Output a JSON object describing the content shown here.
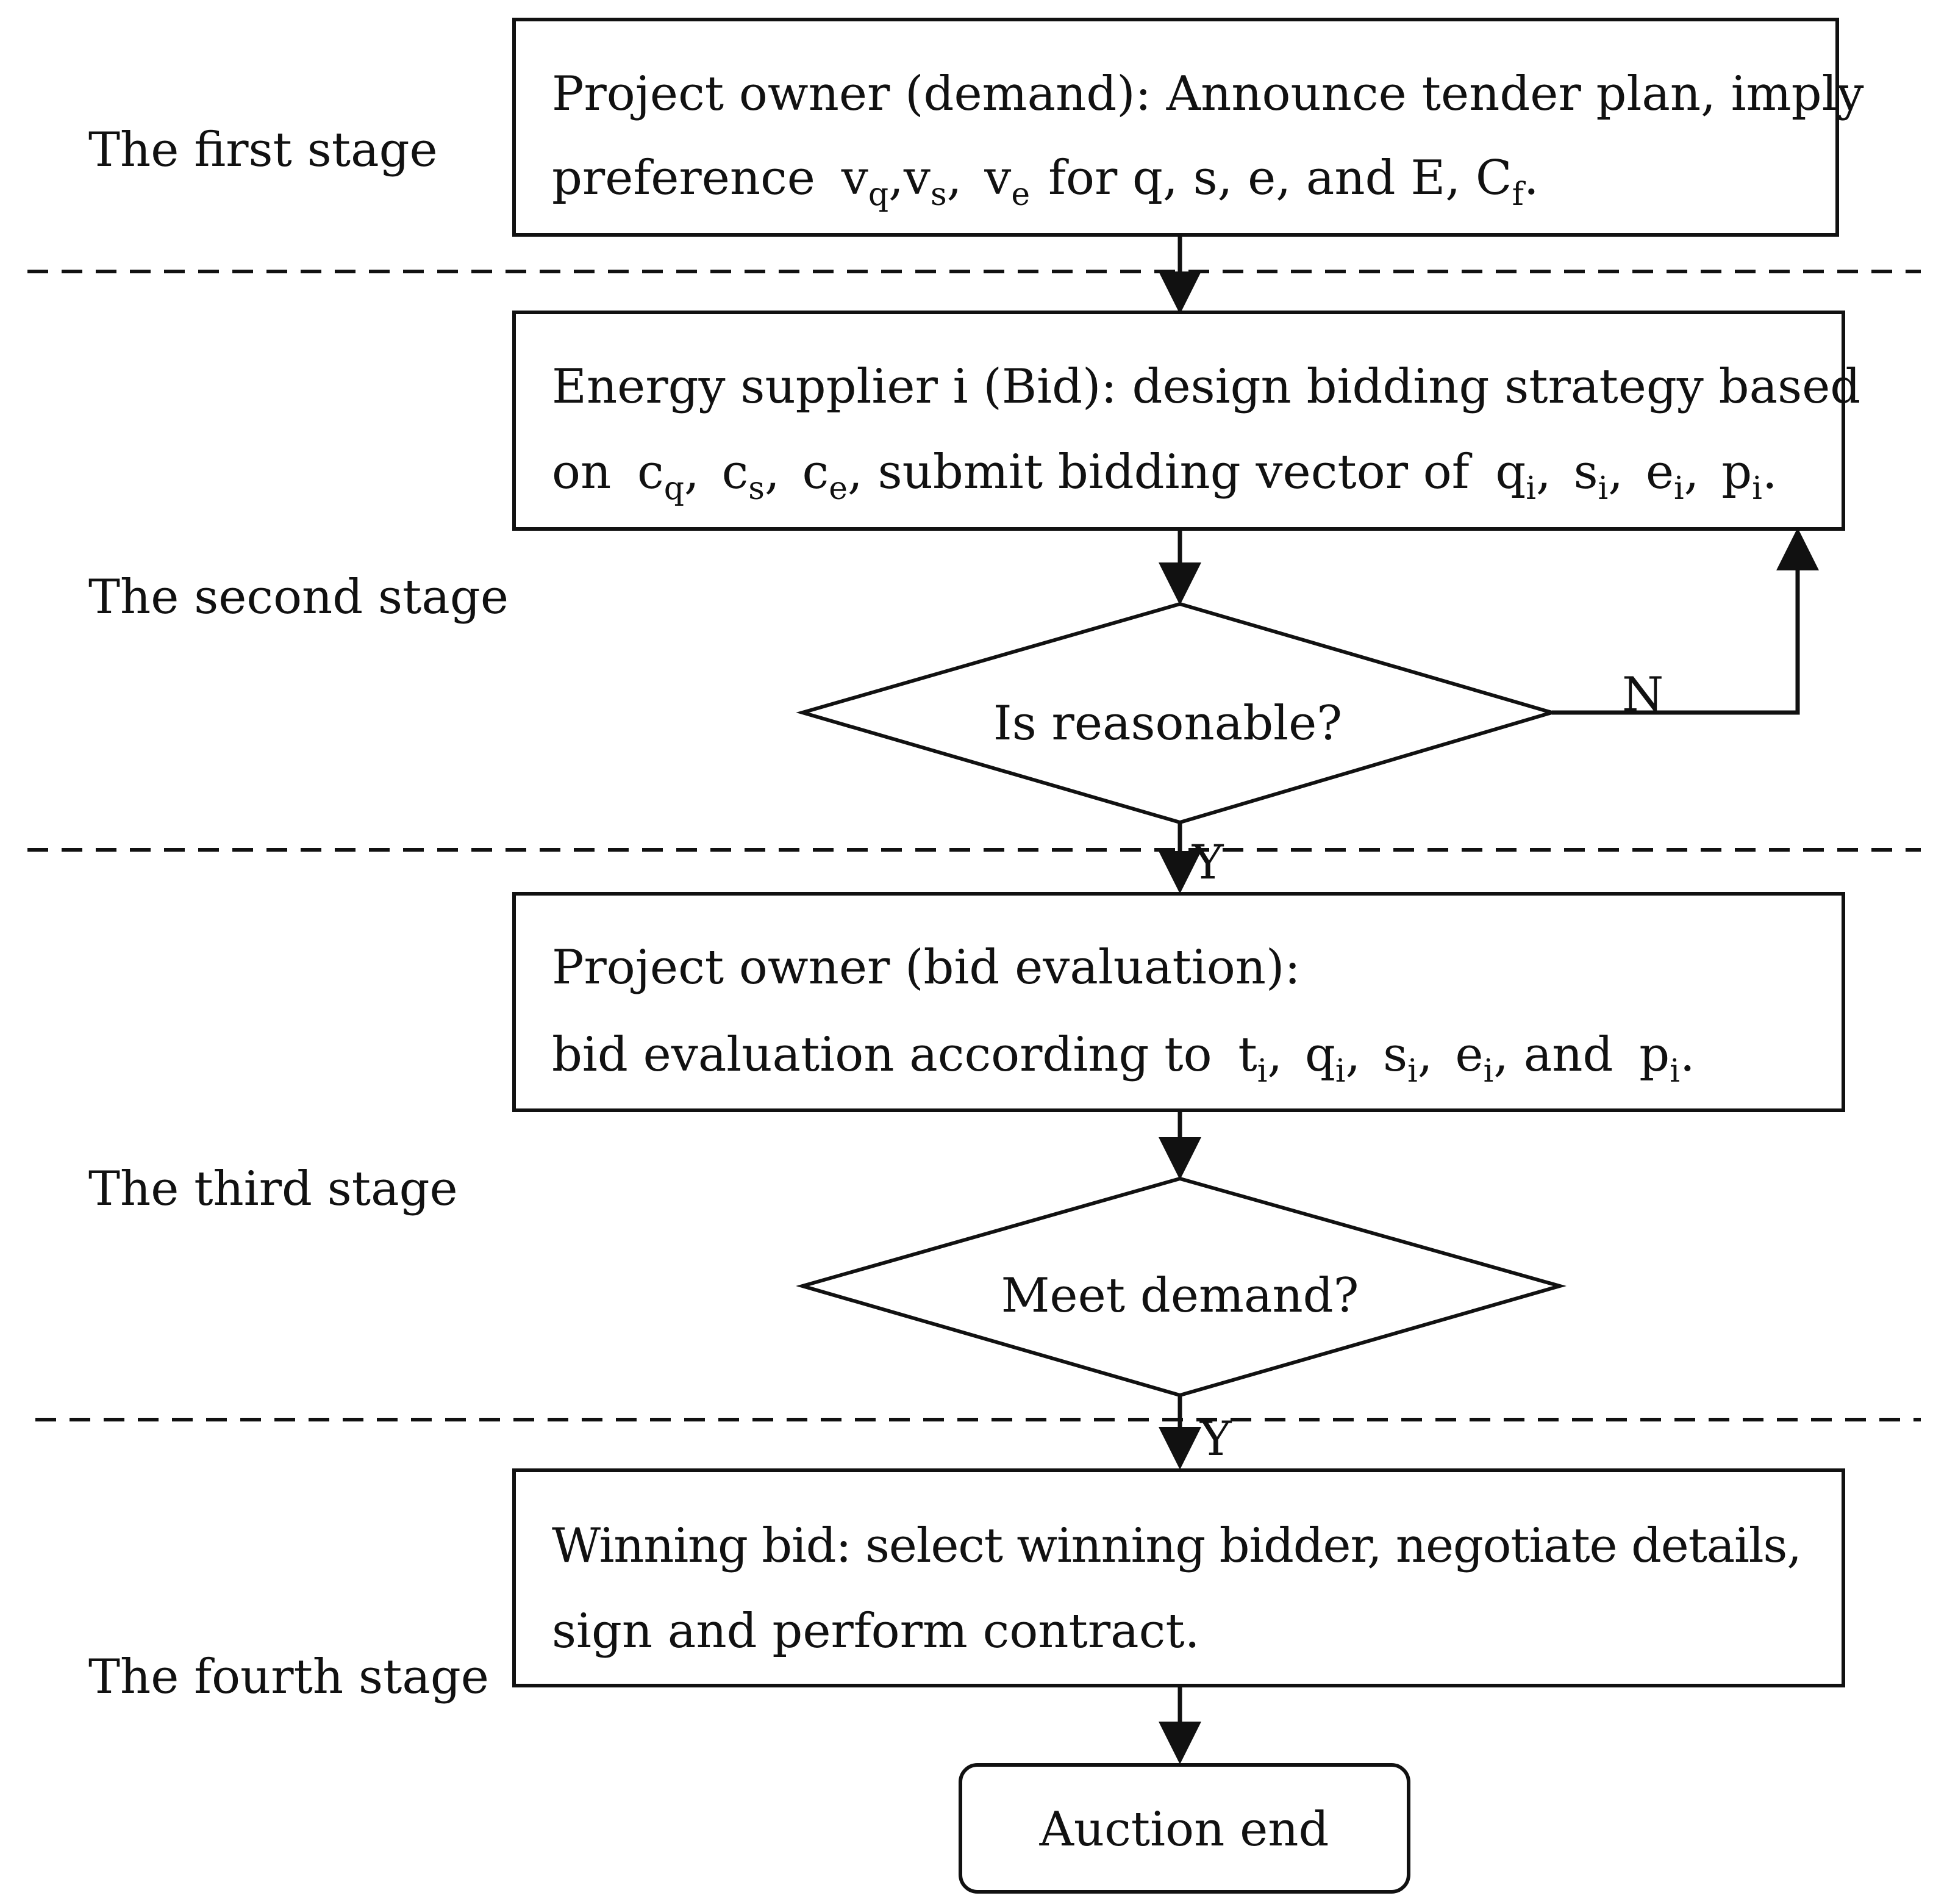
{
  "stages": [
    {
      "label": "The first stage"
    },
    {
      "label": "The second stage"
    },
    {
      "label": "The third stage"
    },
    {
      "label": "The fourth stage"
    }
  ],
  "box1": {
    "line1": "Project owner (demand): Announce tender plan, imply",
    "line2": {
      "prefix": "preference ",
      "v": "v",
      "q": "q",
      "s": "s",
      "e": "e",
      "mid": "for ",
      "tail": "q, s, e, and E, ",
      "C": "C",
      "f": "f",
      "end": "."
    }
  },
  "box2": {
    "line1": "Energy supplier i (Bid): design bidding strategy based",
    "line2": {
      "on": "on ",
      "c": "c",
      "q": "q",
      "s": "s",
      "e": "e",
      "middle": "submit bidding vector of ",
      "i": "i",
      "p": "p",
      "end": "."
    }
  },
  "decision1": {
    "label": "Is reasonable?",
    "no_label": "N",
    "yes_label": "Y"
  },
  "box3": {
    "line1": "Project owner (bid evaluation):",
    "line2": {
      "prefix": "bid evaluation according to ",
      "t": "t",
      "q": "q",
      "s": "s",
      "e": "e",
      "p": "p",
      "i": "i",
      "and": "and ",
      "end": "."
    }
  },
  "decision2": {
    "label": "Meet demand?",
    "yes_label": "Y"
  },
  "box4": {
    "line1": "Winning bid: select winning bidder, negotiate details,",
    "line2": "sign and perform contract."
  },
  "end_node": {
    "label": "Auction end"
  },
  "colors": {
    "line": "#111111",
    "background": "#ffffff"
  }
}
